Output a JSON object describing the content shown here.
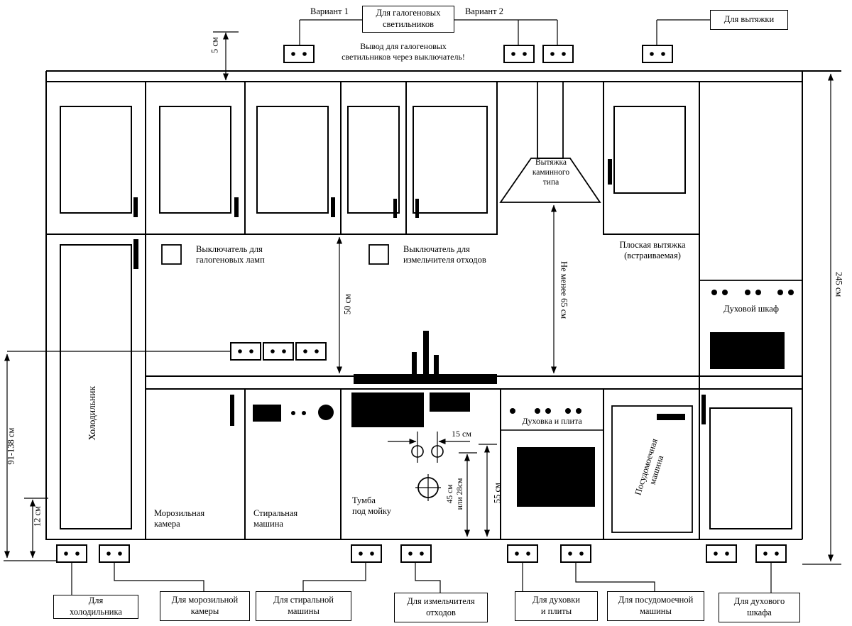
{
  "top": {
    "variant1": "Вариант 1",
    "variant2": "Вариант 2",
    "halogen_box": "Для галогеновых\nсветильников",
    "hood_box": "Для вытяжки",
    "note": "Вывод для галогеновых\nсветильников через выключатель!"
  },
  "dims": {
    "d5": "5 см",
    "d50": "50 см",
    "d65": "Не менее 65 см",
    "d245": "245 см",
    "d91": "91-138 см",
    "d12": "12 см",
    "d15": "15 см",
    "d45": "45 см\nили 28см",
    "d55": "55 см"
  },
  "switches": {
    "halogen": "Выключатель для\nгалогеновых ламп",
    "disposer": "Выключатель для\nизмельчителя отходов"
  },
  "appliances": {
    "hood": "Вытяжка\nкаминного\nтипа",
    "flat_hood": "Плоская вытяжка\n(встраиваемая)",
    "oven": "Духовой шкаф",
    "fridge": "Холодильник",
    "freezer": "Морозильная\nкамера",
    "washer": "Стиральная\nмашина",
    "sink": "Тумба\nпод мойку",
    "stove": "Духовка и плита",
    "dishwasher": "Посудомоечная\nмашина"
  },
  "outlet_boxes": {
    "fridge": "Для\nхолодильника",
    "freezer": "Для морозильной\nкамеры",
    "washer": "Для стиральной\nмашины",
    "disposer": "Для измельчителя\nотходов",
    "stove": "Для духовки\nи плиты",
    "dishwasher": "Для посудомоечной\nмашины",
    "oven": "Для духового\nшкафа"
  },
  "icons": {
    "outlet": "rectangle with two dots",
    "switch": "small square",
    "valve": "circle with cross"
  },
  "colors": {
    "line": "#000000",
    "background": "#ffffff"
  }
}
